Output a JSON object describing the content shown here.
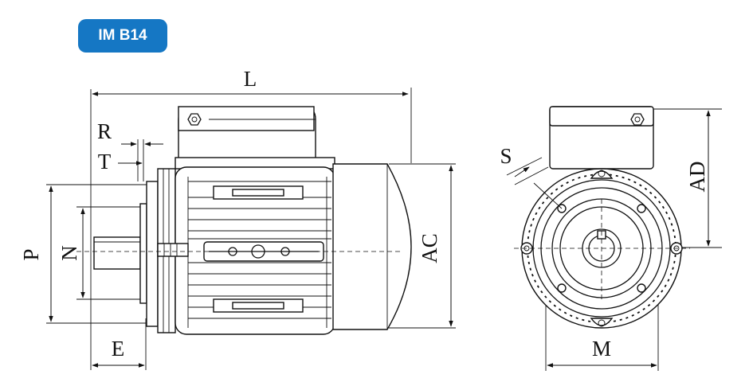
{
  "badge": {
    "label": "IM B14",
    "color": "#1577c4"
  },
  "labels": {
    "L": "L",
    "R": "R",
    "T": "T",
    "P": "P",
    "N": "N",
    "E": "E",
    "AC": "AC",
    "S": "S",
    "AD": "AD",
    "M": "M"
  }
}
